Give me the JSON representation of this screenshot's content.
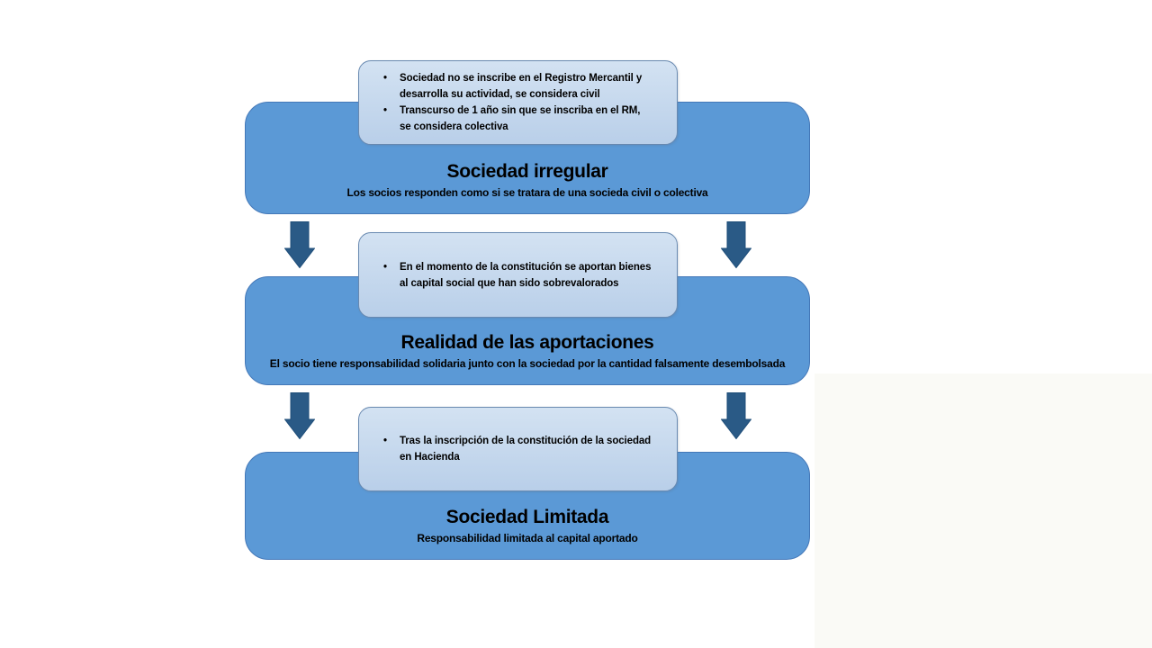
{
  "diagram": {
    "sections": [
      {
        "title": "Sociedad irregular",
        "subtitle": "Los socios responden como si se tratara de una socieda civil o colectiva",
        "bullets": [
          "Sociedad no se inscribe en el Registro Mercantil y desarrolla su actividad, se considera civil",
          "Transcurso de 1 año sin que se inscriba en el RM, se considera colectiva"
        ]
      },
      {
        "title": "Realidad de las aportaciones",
        "subtitle": "El socio tiene responsabilidad solidaria junto con la sociedad por la cantidad falsamente desembolsada",
        "bullets": [
          "En el momento de la constitución se aportan bienes al capital social que han sido sobrevalorados"
        ]
      },
      {
        "title": "Sociedad Limitada",
        "subtitle": "Responsabilidad limitada al capital aportado",
        "bullets": [
          "Tras la inscripción de la constitución de la sociedad en Hacienda"
        ]
      }
    ],
    "colors": {
      "box_fill": "#5B99D6",
      "box_border": "#4478B8",
      "callout_fill_top": "#D3E2F2",
      "callout_fill_bottom": "#B9CFE9",
      "callout_border": "#6889B0",
      "arrow_fill": "#2A5A86",
      "arrow_border": "#1F4E79",
      "text": "#000000",
      "corner_panel": "#FAFAF6"
    }
  }
}
